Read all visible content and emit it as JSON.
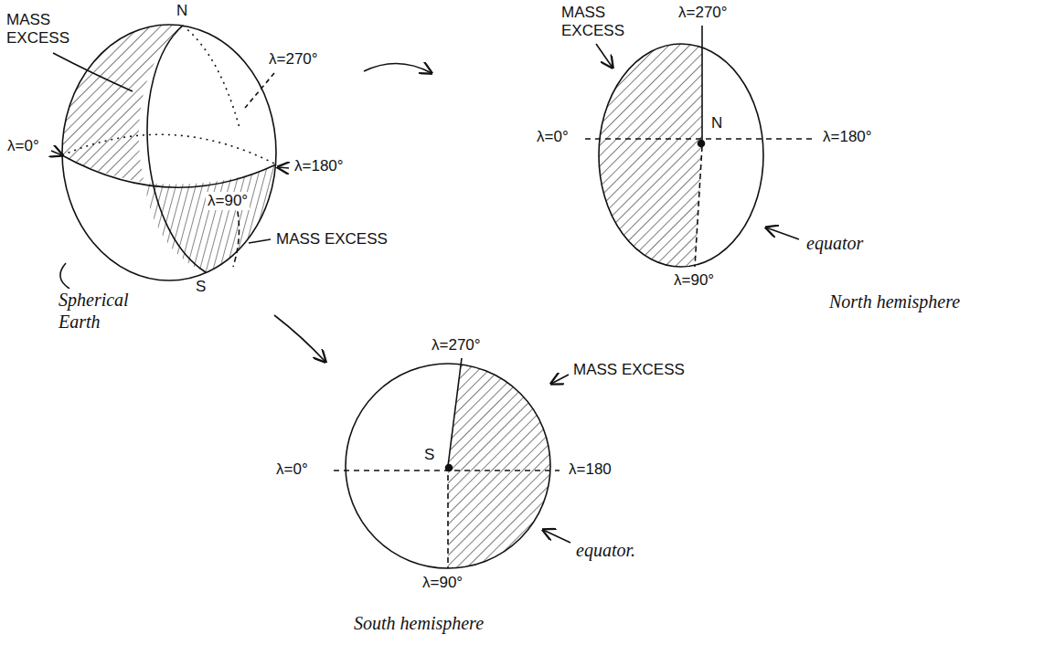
{
  "diagram": {
    "labels": [
      "MASS EXCESS",
      "N",
      "λ=270°",
      "λ=0°",
      "λ=180°",
      "λ=90°",
      "MASS EXCESS",
      "S",
      "Spherical Earth",
      "MASS EXCESS",
      "λ=270°",
      "N",
      "λ=0°",
      "λ=180°",
      "λ=90°",
      "equator",
      "North hemisphere",
      "λ=270°",
      "MASS EXCESS",
      "S",
      "λ=0°",
      "λ=180",
      "λ=90°",
      "equator.",
      "South hemisphere"
    ]
  }
}
